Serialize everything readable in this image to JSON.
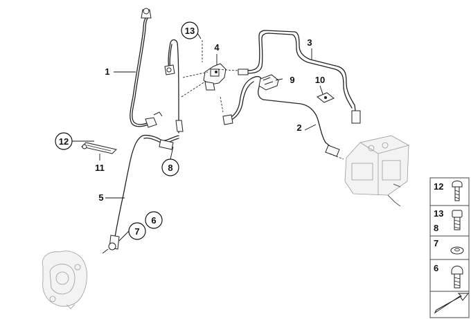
{
  "callouts": {
    "c1": "1",
    "c2": "2",
    "c3": "3",
    "c4": "4",
    "c5": "5",
    "c6": "6",
    "c7": "7",
    "c8": "8",
    "c9": "9",
    "c10": "10",
    "c11": "11",
    "c12": "12",
    "c13": "13"
  },
  "legend": {
    "row1": "12",
    "row2a": "13",
    "row2b": "8",
    "row3": "7",
    "row4": "6"
  }
}
